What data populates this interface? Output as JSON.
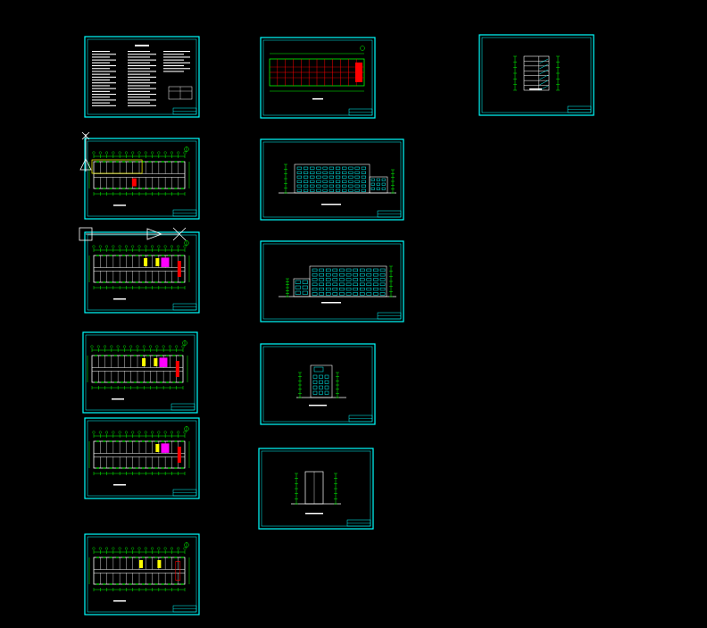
{
  "colors": {
    "background": "#000000",
    "frame": "#00ffff",
    "plan_lines": "#00ff00",
    "elevation_lines": "#00ffff",
    "highlight_yellow": "#ffff00",
    "highlight_magenta": "#ff00ff",
    "highlight_red": "#ff0000",
    "text_white": "#ffffff",
    "cursor": "#ffffff"
  },
  "sheets": [
    {
      "id": "design-notes",
      "kind": "notes"
    },
    {
      "id": "floor-plan-1",
      "kind": "plan",
      "variant": 1
    },
    {
      "id": "floor-plan-2",
      "kind": "plan",
      "variant": 2
    },
    {
      "id": "floor-plan-3",
      "kind": "plan",
      "variant": 3
    },
    {
      "id": "floor-plan-4",
      "kind": "plan",
      "variant": 4
    },
    {
      "id": "floor-plan-5",
      "kind": "plan",
      "variant": 5
    },
    {
      "id": "roof-plan",
      "kind": "roof"
    },
    {
      "id": "front-elevation",
      "kind": "elevation-front"
    },
    {
      "id": "rear-elevation",
      "kind": "elevation-rear"
    },
    {
      "id": "side-elevation-left",
      "kind": "elevation-side"
    },
    {
      "id": "side-elevation-right",
      "kind": "elevation-side-narrow"
    },
    {
      "id": "section",
      "kind": "section"
    }
  ],
  "cursor": {
    "icon": "crosshair-cursor-icon"
  },
  "ucs": {
    "icon": "ucs-axis-icon"
  }
}
